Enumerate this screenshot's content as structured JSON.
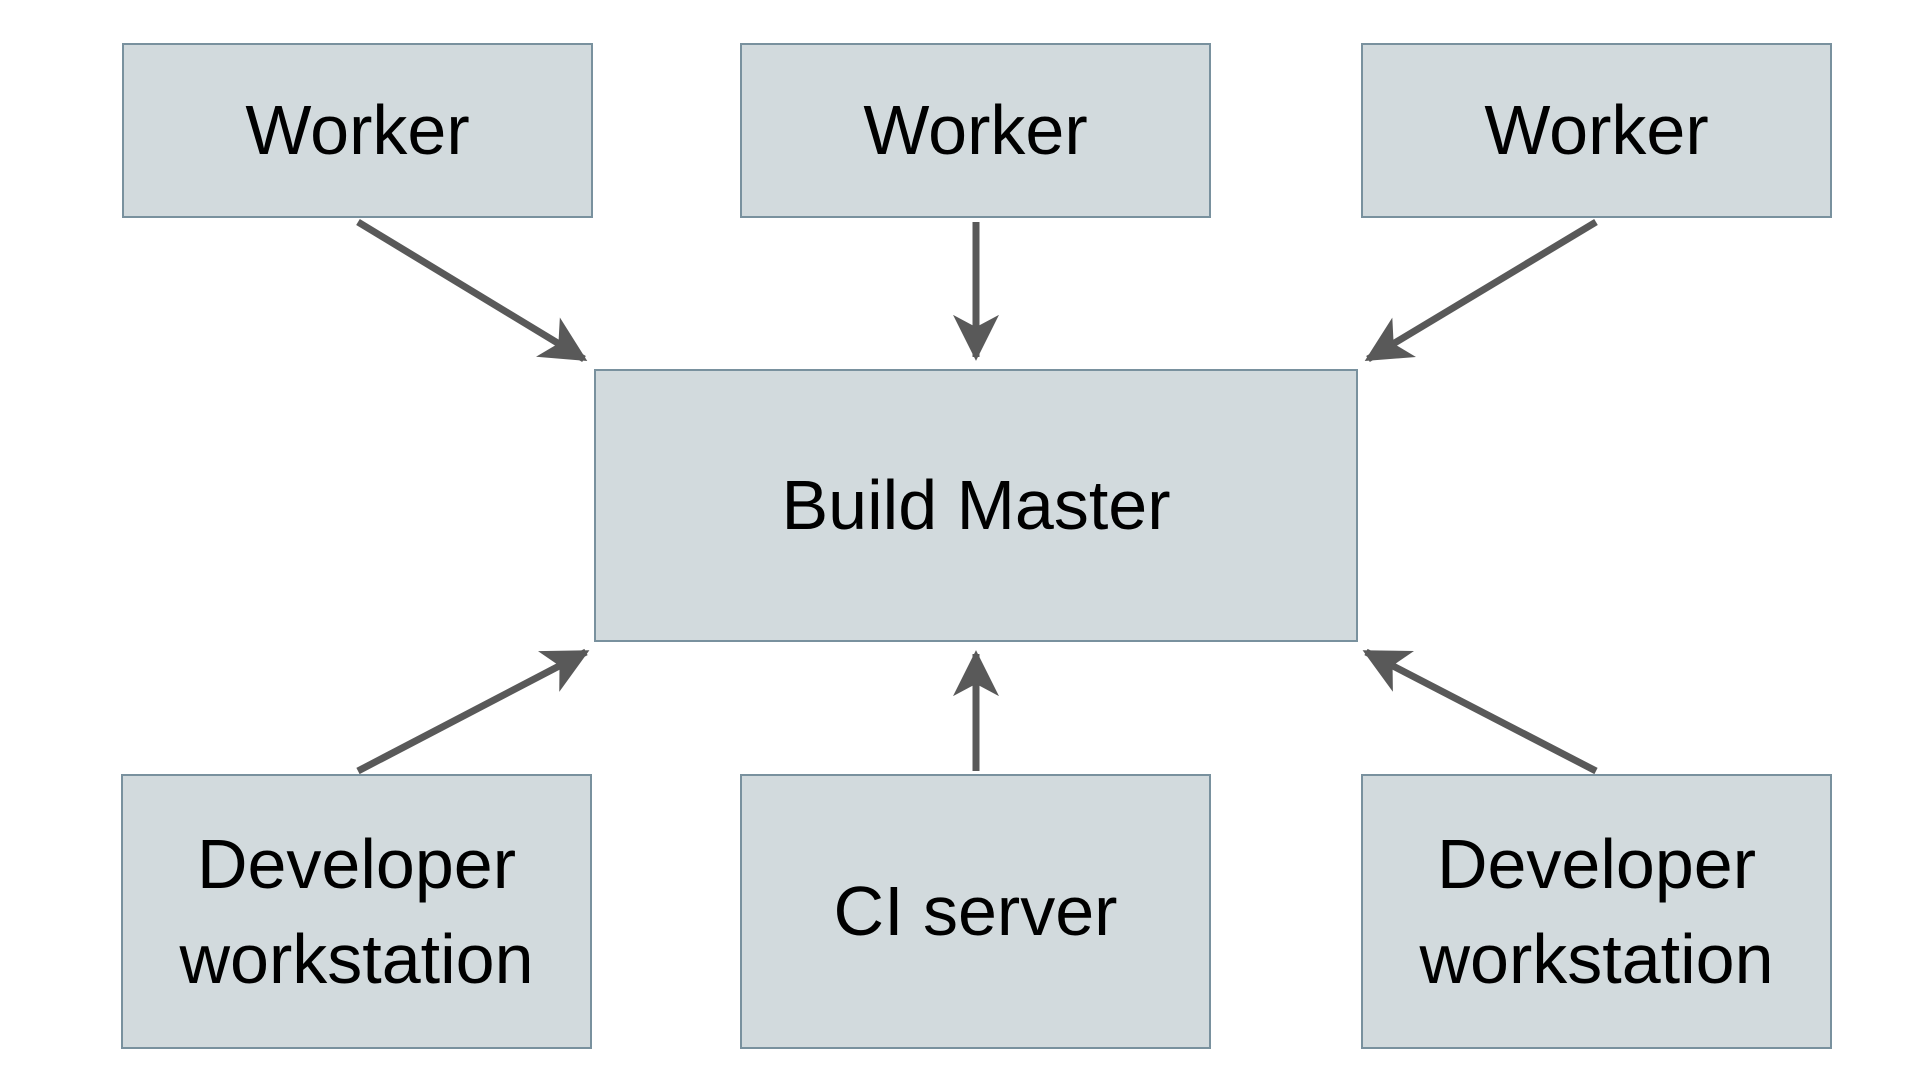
{
  "diagram": {
    "nodes": {
      "worker_left": {
        "label": "Worker"
      },
      "worker_middle": {
        "label": "Worker"
      },
      "worker_right": {
        "label": "Worker"
      },
      "build_master": {
        "label": "Build Master"
      },
      "dev_left": {
        "label": "Developer workstation"
      },
      "ci_server": {
        "label": "CI server"
      },
      "dev_right": {
        "label": "Developer workstation"
      }
    },
    "edges": [
      {
        "from": "worker_left",
        "to": "build_master",
        "direction": "down-right"
      },
      {
        "from": "worker_middle",
        "to": "build_master",
        "direction": "down"
      },
      {
        "from": "worker_right",
        "to": "build_master",
        "direction": "down-left"
      },
      {
        "from": "dev_left",
        "to": "build_master",
        "direction": "up-right"
      },
      {
        "from": "ci_server",
        "to": "build_master",
        "direction": "up"
      },
      {
        "from": "dev_right",
        "to": "build_master",
        "direction": "up-left"
      }
    ],
    "theme": {
      "node_fill": "#d2dadd",
      "node_border": "#79919e",
      "arrow_color": "#595959",
      "text_color": "#000000",
      "background": "#ffffff"
    }
  }
}
